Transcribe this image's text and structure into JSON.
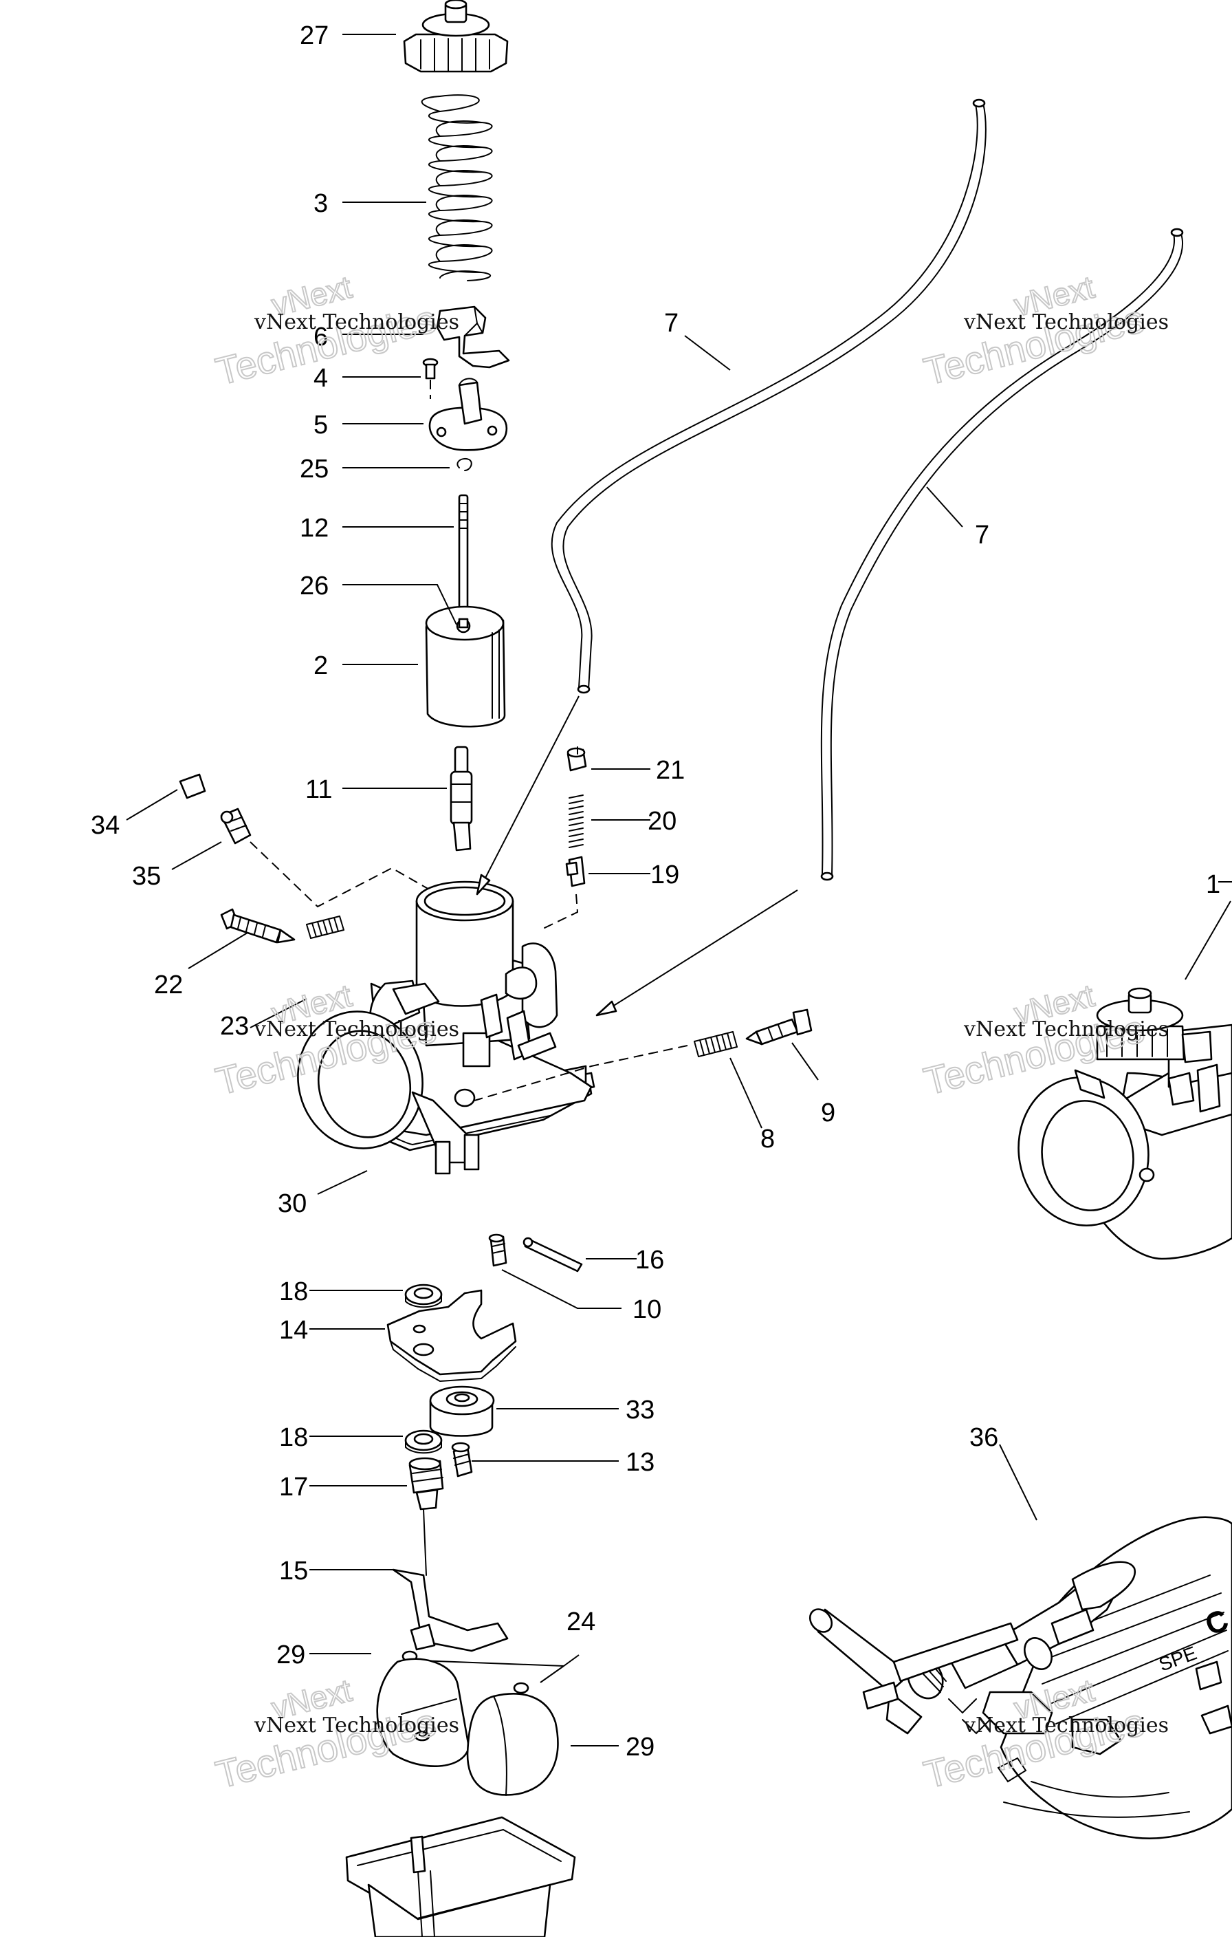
{
  "callouts": {
    "c27": "27",
    "c3": "3",
    "c6": "6",
    "c4": "4",
    "c5": "5",
    "c25": "25",
    "c12": "12",
    "c26": "26",
    "c2": "2",
    "c11": "11",
    "c34": "34",
    "c35": "35",
    "c22": "22",
    "c23": "23",
    "c30": "30",
    "c18a": "18",
    "c14": "14",
    "c18b": "18",
    "c17": "17",
    "c15": "15",
    "c29a": "29",
    "c29b": "29",
    "c24": "24",
    "c7a": "7",
    "c7b": "7",
    "c21": "21",
    "c20": "20",
    "c19": "19",
    "c8": "8",
    "c9": "9",
    "c16": "16",
    "c10": "10",
    "c33": "33",
    "c13": "13",
    "c36": "36",
    "c1": "1"
  },
  "watermark": {
    "line1": "vNext Technologies",
    "brand_top": "vNext",
    "brand_bottom": "Technologies"
  },
  "tool_kit_text": {
    "line_a": "CARBU",
    "line_b": "SPE"
  }
}
